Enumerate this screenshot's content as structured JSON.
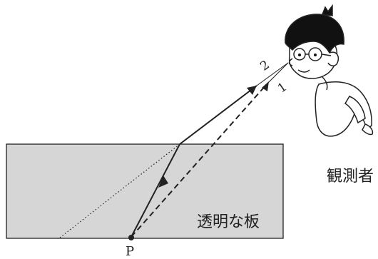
{
  "plate_label": "透明な板",
  "point_label": "P",
  "observer_label": "観測者",
  "ray_labels": [
    "2",
    "1"
  ],
  "colors": {
    "plate_fill": "#d6d6d6",
    "line": "#222222",
    "background": "#ffffff"
  },
  "icons": {
    "observer": "boy-with-glasses-icon",
    "arrow": "arrowhead-icon"
  }
}
